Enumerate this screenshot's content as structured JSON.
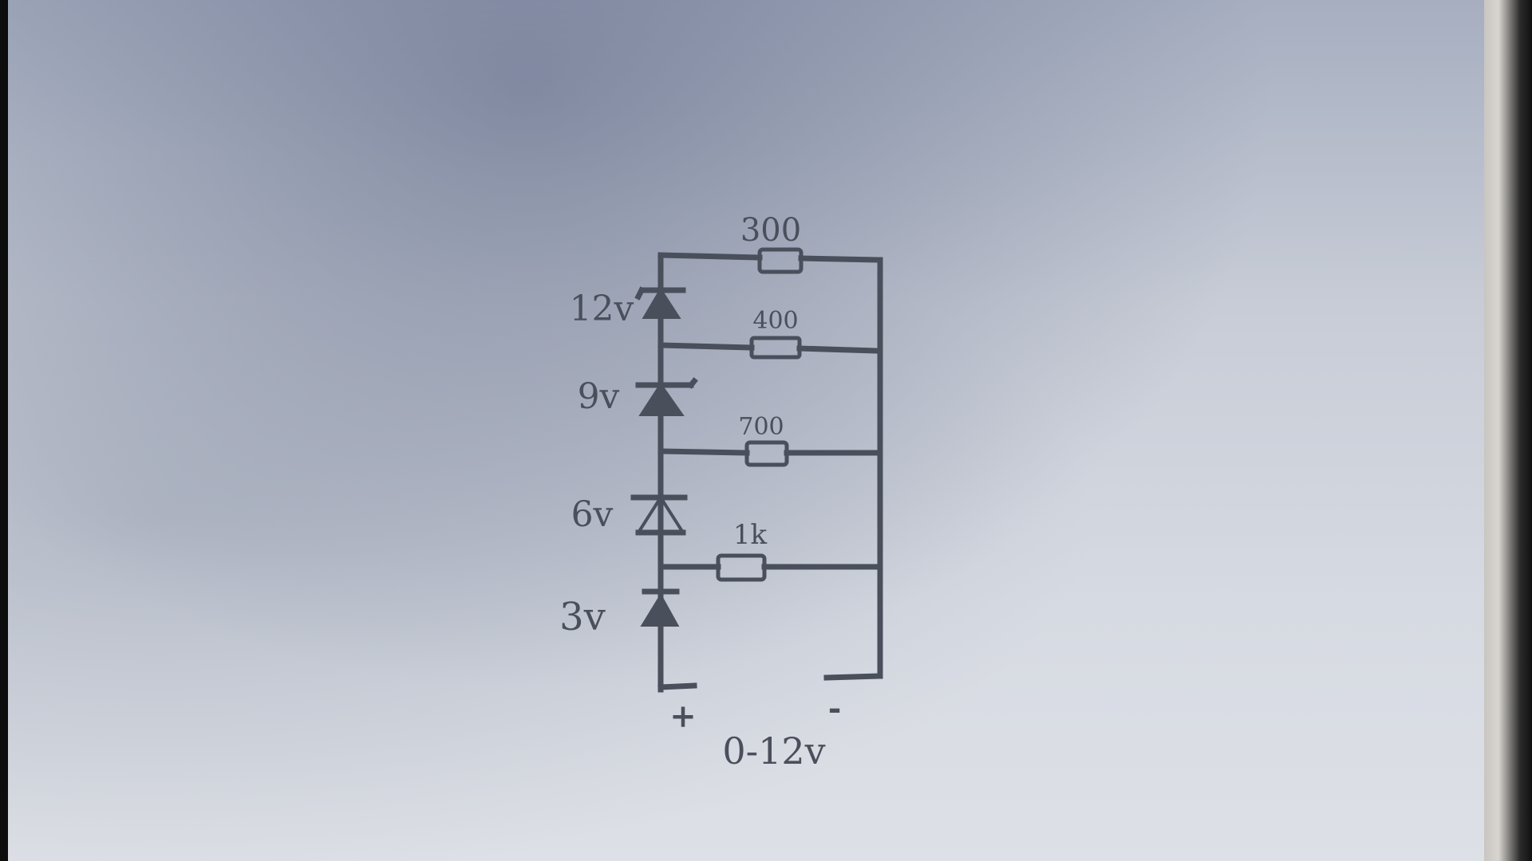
{
  "diagram": {
    "resistors": [
      {
        "label": "300"
      },
      {
        "label": "400"
      },
      {
        "label": "700"
      },
      {
        "label": "1k"
      }
    ],
    "zeners": [
      {
        "label": "12v"
      },
      {
        "label": "9v"
      },
      {
        "label": "6v"
      },
      {
        "label": "3v"
      }
    ],
    "terminals": {
      "positive": "+",
      "negative": "-"
    },
    "output_label": "0-12v"
  },
  "colors": {
    "ink": "#4a4f5c",
    "paper": "#d6dae2"
  }
}
